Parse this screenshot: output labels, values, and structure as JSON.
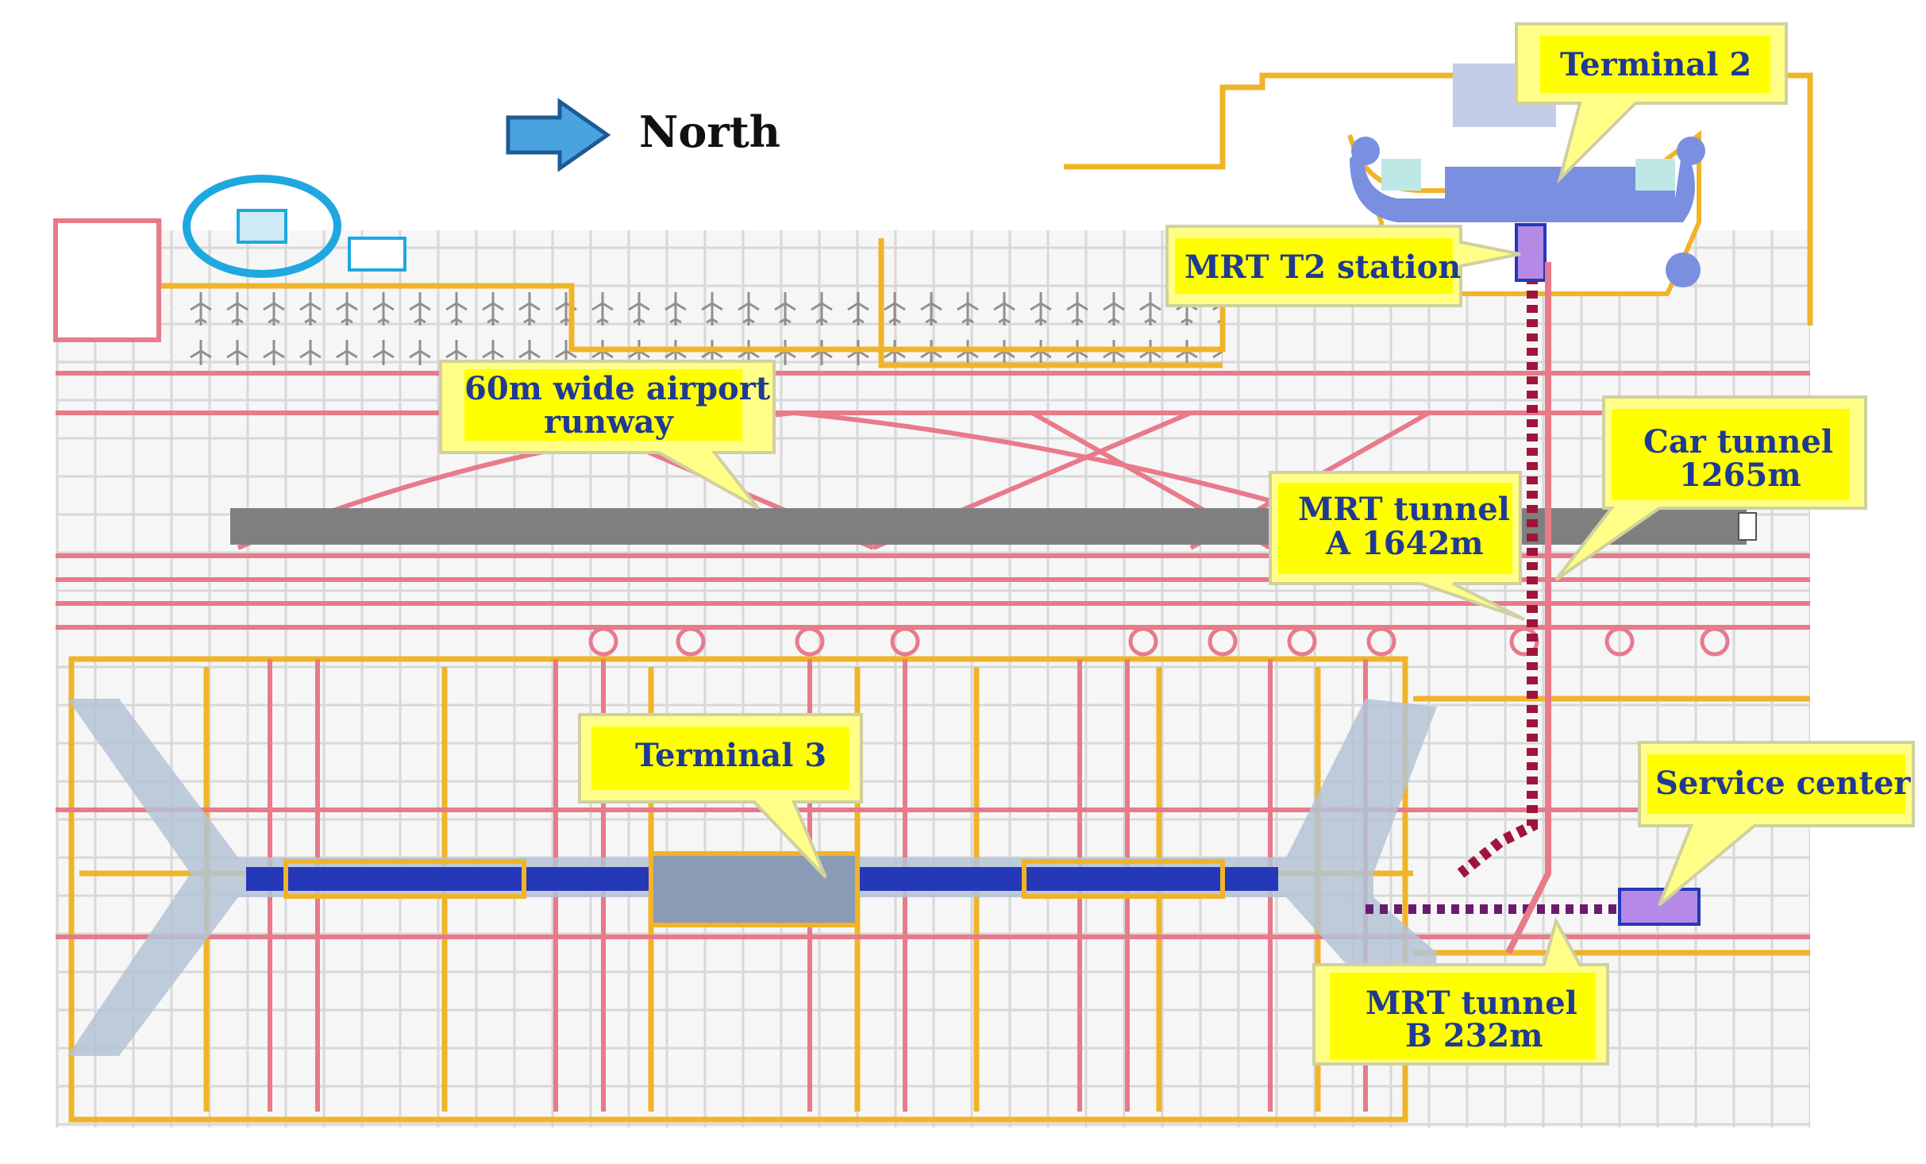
{
  "compass": {
    "label": "North",
    "icon": "north-arrow-icon"
  },
  "labels": {
    "terminal2": "Terminal 2",
    "mrt_t2_station": "MRT T2 station",
    "runway_line1": "60m wide airport",
    "runway_line2": "runway",
    "car_tunnel_line1": "Car tunnel",
    "car_tunnel_line2": "1265m",
    "mrt_tunnel_a_line1": "MRT tunnel",
    "mrt_tunnel_a_line2": "A 1642m",
    "terminal3": "Terminal 3",
    "service_center": "Service center",
    "mrt_tunnel_b_line1": "MRT tunnel",
    "mrt_tunnel_b_line2": "B 232m"
  },
  "colors": {
    "callout_fill": "#ffff00",
    "callout_box": "#ffff88",
    "callout_text": "#1f3a93",
    "taxiway": "#e87a8a",
    "apron_outline": "#f0b429",
    "runway": "#7f7f7f",
    "terminal_blue": "#7a8fe0",
    "mrt_track": "#a0143c",
    "station": "#b48ae6",
    "arrow": "#4aa3e0"
  }
}
